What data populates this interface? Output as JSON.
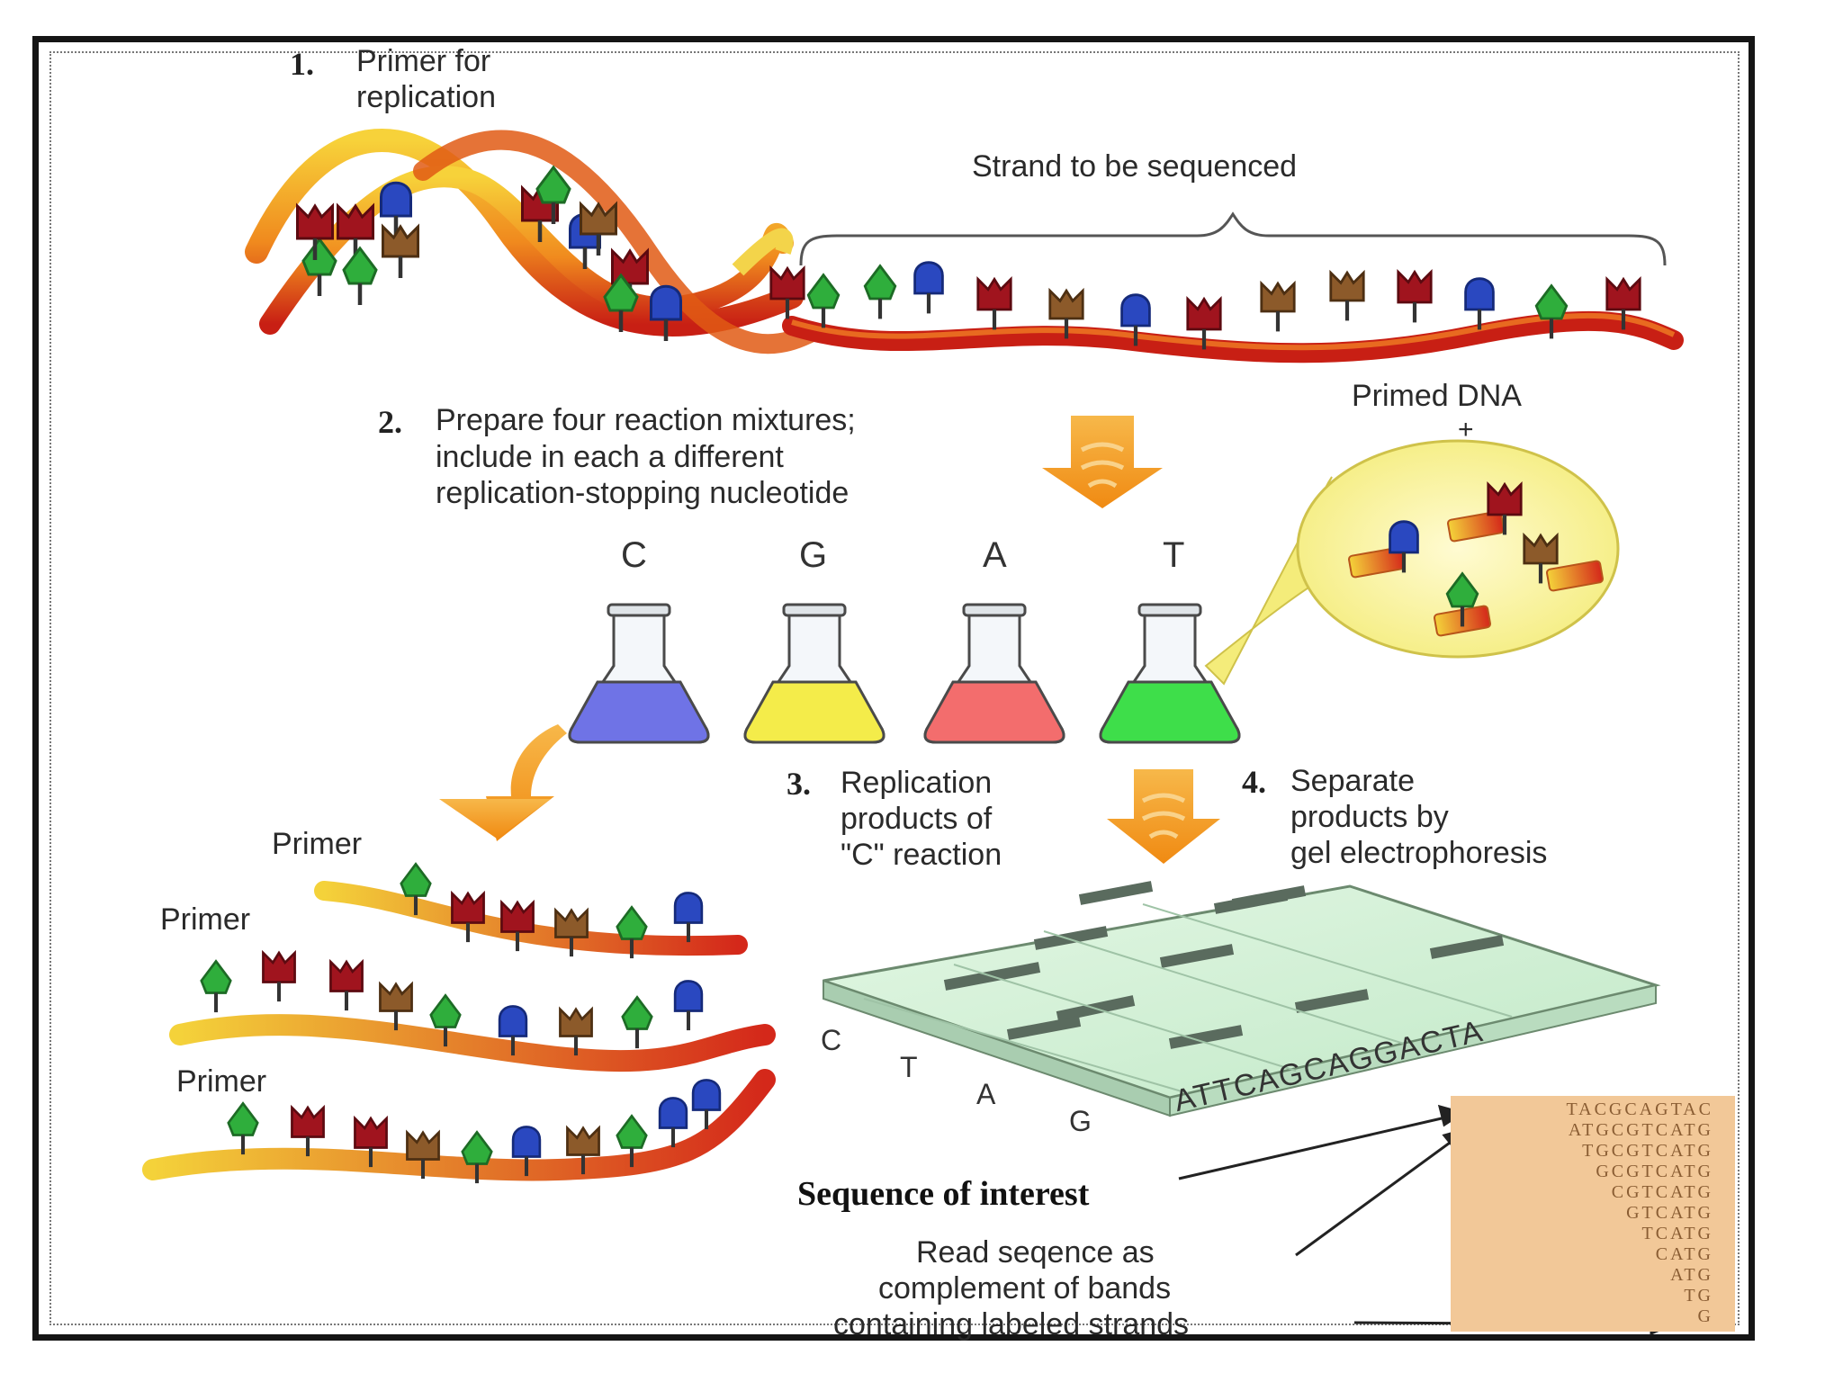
{
  "steps": {
    "step1": {
      "number": "1.",
      "line1": "Primer for",
      "line2": "replication"
    },
    "strand_label": "Strand to be sequenced",
    "step2": {
      "number": "2.",
      "line1": "Prepare four reaction mixtures;",
      "line2": "include in each a different",
      "line3": "replication-stopping nucleotide"
    },
    "primed_dna": {
      "label": "Primed DNA",
      "plus": "+"
    },
    "step3": {
      "number": "3.",
      "line1": "Replication",
      "line2": "products of",
      "line3": "\"C\" reaction"
    },
    "step4": {
      "number": "4.",
      "line1": "Separate",
      "line2": "products by",
      "line3": "gel electrophoresis"
    }
  },
  "flasks": [
    {
      "letter": "C",
      "color": "#6f73e6"
    },
    {
      "letter": "G",
      "color": "#f4ec4a"
    },
    {
      "letter": "A",
      "color": "#f36d6d"
    },
    {
      "letter": "T",
      "color": "#3ede4a"
    }
  ],
  "primers": [
    "Primer",
    "Primer",
    "Primer"
  ],
  "gel": {
    "lane_letters": [
      "C",
      "T",
      "A",
      "G"
    ],
    "sequence": "ATTCAGCAGGACTA"
  },
  "sequence_of_interest": "Sequence of interest",
  "read_note": {
    "line1": "Read seqence as",
    "line2": "complement of bands",
    "line3": "containing labeled strands"
  },
  "sequence_panel": [
    "TACGCAGTAC",
    "ATGCGTCATG",
    "TGCGTCATG",
    "GCGTCATG",
    "CGTCATG",
    "GTCATG",
    "TCATG",
    "CATG",
    "ATG",
    "TG",
    "G"
  ],
  "colors": {
    "base_green": "#2fae3c",
    "base_blue": "#2a48c0",
    "base_red": "#a0141e",
    "base_brown": "#8c5a2a",
    "arrow_orange": "#f3a52a",
    "gel_green": "#cdeed2"
  }
}
